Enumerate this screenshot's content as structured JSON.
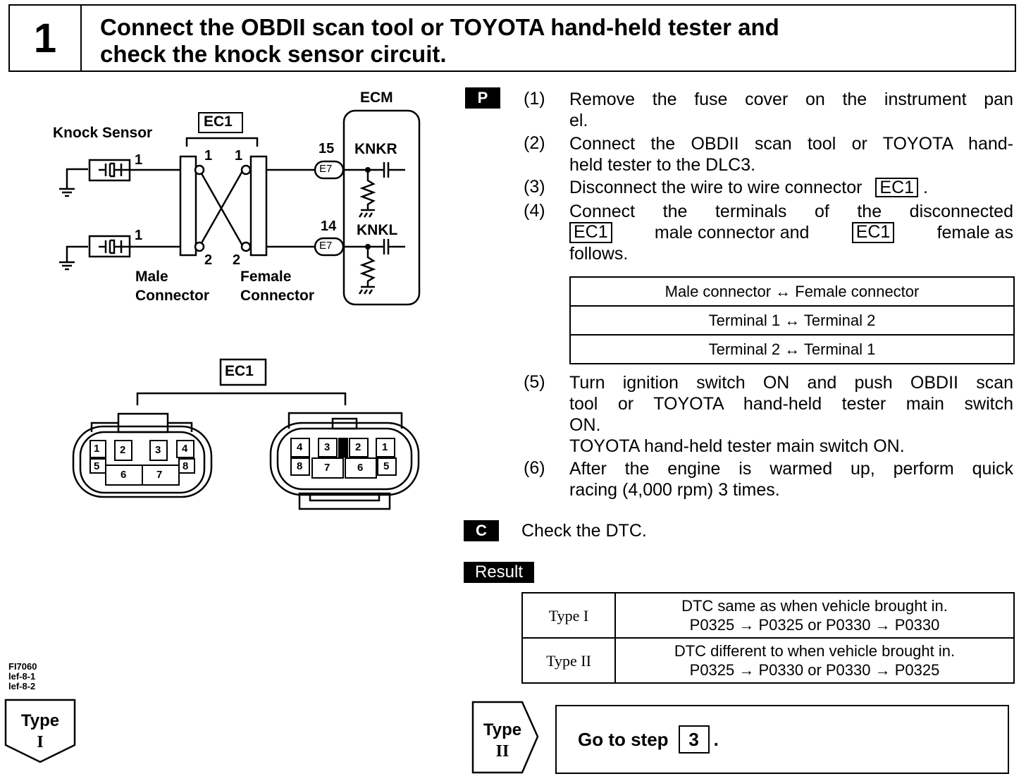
{
  "header": {
    "step_number": "1",
    "title_line1": "Connect the OBDII scan tool or TOYOTA hand-held tester and",
    "title_line2": "check the knock sensor circuit."
  },
  "diagram": {
    "knock_sensor": "Knock Sensor",
    "connector_id": "EC1",
    "ecm": "ECM",
    "male_connector_l1": "Male",
    "male_connector_l2": "Connector",
    "female_connector_l1": "Female",
    "female_connector_l2": "Connector",
    "pin_15": "15",
    "pin_14": "14",
    "e7": "E7",
    "knkr": "KNKR",
    "knkl": "KNKL",
    "pin1": "1",
    "pin2": "2",
    "face_connector_id": "EC1",
    "male_face_pins": [
      "1",
      "2",
      "3",
      "4",
      "5",
      "6",
      "7",
      "8"
    ],
    "female_face_pins": [
      "4",
      "3",
      "2",
      "1",
      "8",
      "7",
      "6",
      "5"
    ]
  },
  "procedure": {
    "badge_p": "P",
    "steps": [
      {
        "no": "(1)",
        "l1": "Remove the fuse cover on the instrument pan",
        "l2": "el."
      },
      {
        "no": "(2)",
        "l1": "Connect the OBDII scan tool or TOYOTA hand-",
        "l2": "held tester to the DLC3."
      },
      {
        "no": "(3)",
        "l1": "Disconnect the wire to wire connector",
        "ref": "EC1",
        "tail": "."
      },
      {
        "no": "(4)",
        "l1": "Connect the terminals of the disconnected",
        "ref1": "EC1",
        "mid": "male connector and",
        "ref2": "EC1",
        "tail": "female as",
        "l3": "follows."
      },
      {
        "no": "(5)",
        "l1": "Turn ignition switch ON and push OBDII scan",
        "l2": "tool or TOYOTA hand-held tester main switch",
        "l3": "ON.",
        "l4": "TOYOTA hand-held tester main switch ON."
      },
      {
        "no": "(6)",
        "l1": "After the engine is warmed up, perform quick",
        "l2": "racing (4,000 rpm) 3 times."
      }
    ],
    "conn_table": {
      "header": "Male connector ↔ Female connector",
      "rows": [
        "Terminal 1 ↔ Terminal 2",
        "Terminal 2 ↔ Terminal 1"
      ]
    }
  },
  "check": {
    "badge_c": "C",
    "text": "Check the DTC."
  },
  "result": {
    "badge": "Result",
    "rows": [
      {
        "type": "Type I",
        "l1": "DTC same as when vehicle brought in.",
        "l2": "P0325 → P0325 or P0330 → P0330"
      },
      {
        "type": "Type II",
        "l1": "DTC different to when vehicle brought in.",
        "l2": "P0325 → P0330 or P0330 → P0325"
      }
    ]
  },
  "outcomes": {
    "type1_l1": "Type",
    "type1_l2": "I",
    "type2_l1": "Type",
    "type2_l2": "II",
    "go_to": "Go to step",
    "go_step": "3",
    "go_tail": "."
  },
  "figure_refs": [
    "FI7060",
    "lef-8-1",
    "lef-8-2"
  ]
}
